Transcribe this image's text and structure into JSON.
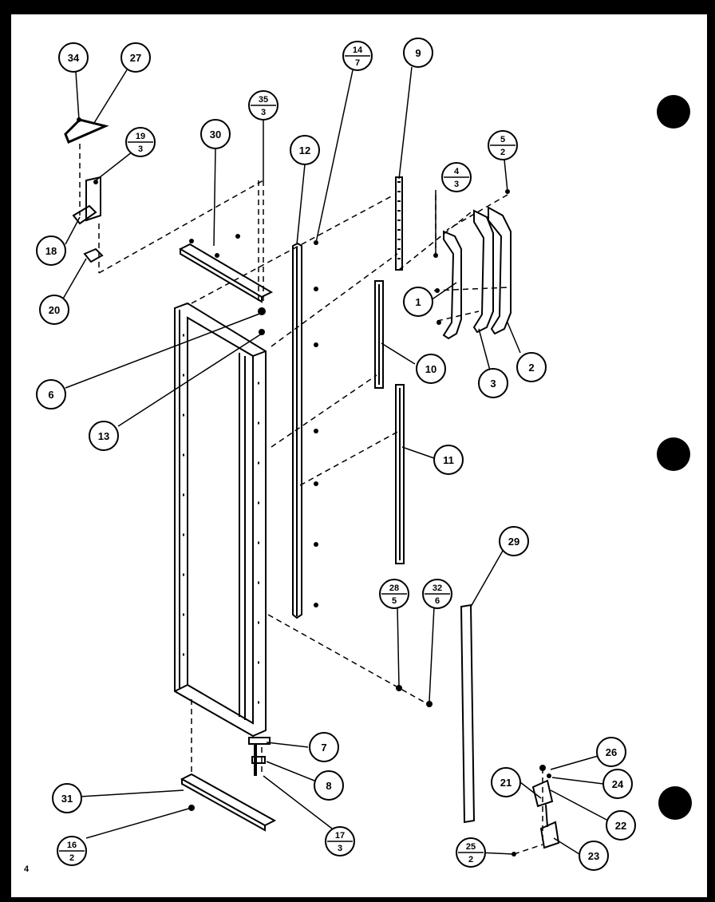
{
  "diagram": {
    "page_number": "4",
    "callouts": [
      {
        "id": "34",
        "label": "34"
      },
      {
        "id": "27",
        "label": "27"
      },
      {
        "id": "14-7",
        "top": "14",
        "bottom": "7"
      },
      {
        "id": "9",
        "label": "9"
      },
      {
        "id": "35-3",
        "top": "35",
        "bottom": "3"
      },
      {
        "id": "19-3",
        "top": "19",
        "bottom": "3"
      },
      {
        "id": "30",
        "label": "30"
      },
      {
        "id": "12",
        "label": "12"
      },
      {
        "id": "5-2",
        "top": "5",
        "bottom": "2"
      },
      {
        "id": "4-3",
        "top": "4",
        "bottom": "3"
      },
      {
        "id": "18",
        "label": "18"
      },
      {
        "id": "1",
        "label": "1"
      },
      {
        "id": "20",
        "label": "20"
      },
      {
        "id": "2",
        "label": "2"
      },
      {
        "id": "3",
        "label": "3"
      },
      {
        "id": "10",
        "label": "10"
      },
      {
        "id": "6",
        "label": "6"
      },
      {
        "id": "13",
        "label": "13"
      },
      {
        "id": "11",
        "label": "11"
      },
      {
        "id": "29",
        "label": "29"
      },
      {
        "id": "28-5",
        "top": "28",
        "bottom": "5"
      },
      {
        "id": "32-6",
        "top": "32",
        "bottom": "6"
      },
      {
        "id": "7",
        "label": "7"
      },
      {
        "id": "8",
        "label": "8"
      },
      {
        "id": "26",
        "label": "26"
      },
      {
        "id": "21",
        "label": "21"
      },
      {
        "id": "24",
        "label": "24"
      },
      {
        "id": "31",
        "label": "31"
      },
      {
        "id": "22",
        "label": "22"
      },
      {
        "id": "17-3",
        "top": "17",
        "bottom": "3"
      },
      {
        "id": "16-2",
        "top": "16",
        "bottom": "2"
      },
      {
        "id": "25-2",
        "top": "25",
        "bottom": "2"
      },
      {
        "id": "23",
        "label": "23"
      }
    ]
  }
}
